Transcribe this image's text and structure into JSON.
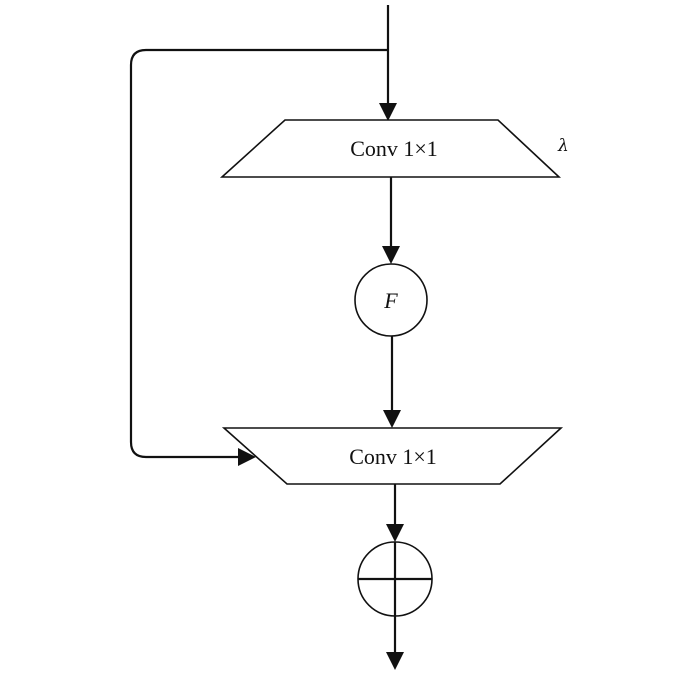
{
  "diagram": {
    "top_block_label": "Conv 1×1",
    "lambda_label": "λ",
    "function_label": "F",
    "bottom_block_label": "Conv 1×1"
  }
}
